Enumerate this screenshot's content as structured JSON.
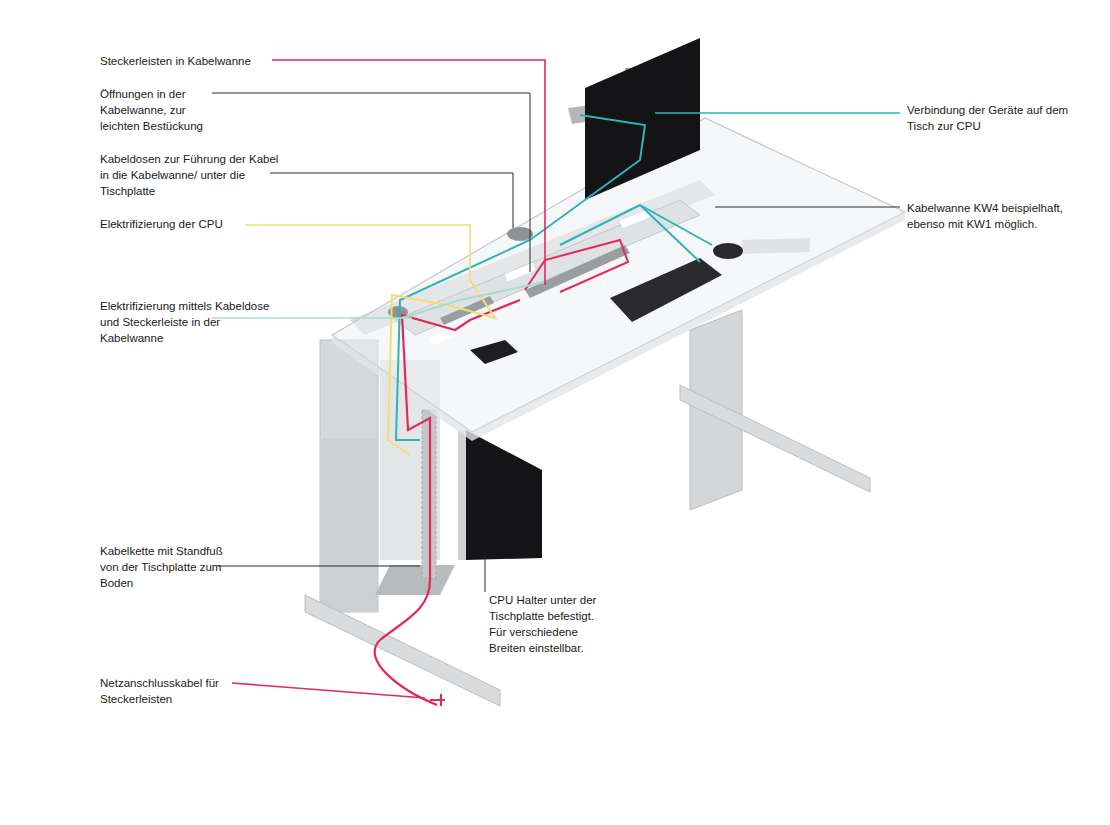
{
  "diagram": {
    "labels": [
      "Steckerleisten in Kabelwanne",
      "Öffnungen in der Kabelwanne, zur leichten Bestückung",
      "Kabeldosen zur Führung der Kabel in die Kabelwanne/ unter die Tischplatte",
      "Elektrifizierung der CPU",
      "Elektrifizierung mittels Kabeldose und Steckerleiste in der Kabelwanne",
      "Kabelkette mit Standfuß von der Tischplatte zum Boden",
      "Netzanschlusskabel für Steckerleisten",
      "Verbindung der Geräte auf dem Tisch zur CPU",
      "Kabelwanne KW4 beispielhaft, ebenso mit KW1 möglich.",
      "CPU Halter unter der Tischplatte befestigt. Für verschiedene Breiten einstellbar."
    ]
  }
}
